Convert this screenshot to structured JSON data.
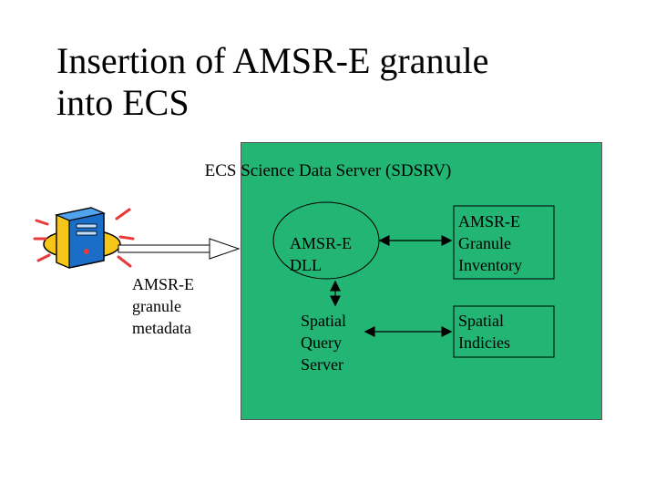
{
  "title": {
    "line1": "Insertion of AMSR-E granule",
    "line2": "into ECS"
  },
  "server": {
    "label": "ECS Science Data Server (SDSRV)"
  },
  "metadata_label": {
    "line1": "AMSR-E",
    "line2": "granule",
    "line3": "metadata"
  },
  "nodes": {
    "dll": {
      "line1": "AMSR-E",
      "line2": "DLL"
    },
    "inventory": {
      "line1": "AMSR-E",
      "line2": "Granule",
      "line3": "Inventory"
    },
    "query_server": {
      "line1": "Spatial",
      "line2": "Query",
      "line3": "Server"
    },
    "indicies": {
      "line1": "Spatial",
      "line2": "Indicies"
    }
  },
  "colors": {
    "server_fill": "#22b573",
    "node_fill": "#22b573",
    "arrow": "#000000",
    "clipart_monitor": "#1a6ec8",
    "clipart_accent": "#e83a3a",
    "clipart_base": "#f5c518"
  },
  "icons": {
    "source": "computer-tower-clipart-icon"
  }
}
